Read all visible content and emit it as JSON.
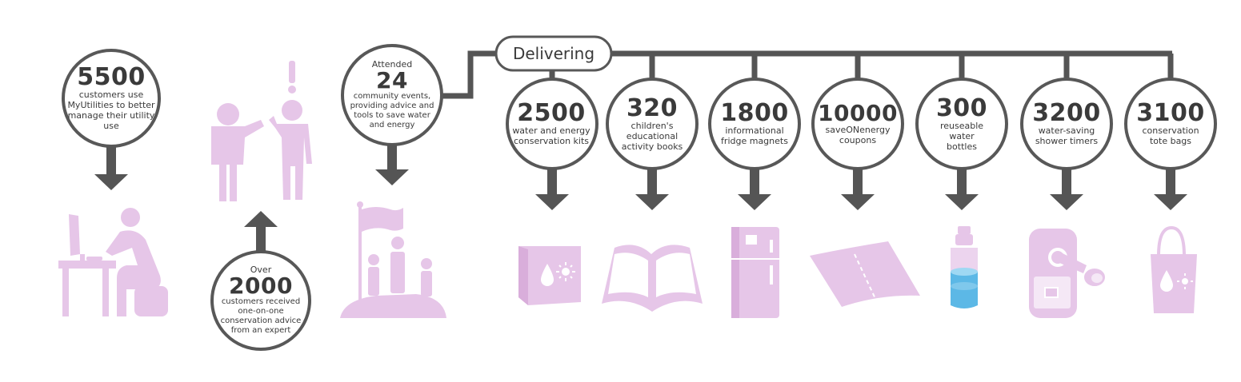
{
  "connector_label": "Delivering",
  "colors": {
    "pink": "#e8c8e8",
    "pink_dark": "#d9aedb",
    "dark": "#555555",
    "circle_border": "#585858",
    "blue": "#5cb8e6"
  },
  "stats": [
    {
      "id": "myutilities",
      "pre": "",
      "number": "5500",
      "text": "customers use MyUtilities to better manage their utility use",
      "icon": "person-at-computer-icon"
    },
    {
      "id": "advice",
      "pre": "Over",
      "number": "2000",
      "text": "customers received one-on-one conservation advice from an expert",
      "icon": "two-people-talking-icon"
    },
    {
      "id": "events",
      "pre": "Attended",
      "number": "24",
      "text": "community events, providing advice and tools to save water and energy",
      "icon": "community-flag-icon"
    },
    {
      "id": "kits",
      "pre": "",
      "number": "2500",
      "text": "water and energy conservation kits",
      "icon": "conservation-kit-box-icon"
    },
    {
      "id": "books",
      "pre": "",
      "number": "320",
      "text": "children's educational activity books",
      "icon": "open-book-icon"
    },
    {
      "id": "magnets",
      "pre": "",
      "number": "1800",
      "text": "informational fridge magnets",
      "icon": "fridge-icon"
    },
    {
      "id": "coupons",
      "pre": "",
      "number": "10000",
      "text": "saveONenergy coupons",
      "icon": "coupon-icon"
    },
    {
      "id": "bottles",
      "pre": "",
      "number": "300",
      "text": "reuseable water bottles",
      "icon": "water-bottle-icon"
    },
    {
      "id": "timers",
      "pre": "",
      "number": "3200",
      "text": "water-saving shower timers",
      "icon": "shower-timer-icon"
    },
    {
      "id": "totes",
      "pre": "",
      "number": "3100",
      "text": "conservation tote bags",
      "icon": "tote-bag-icon"
    }
  ]
}
